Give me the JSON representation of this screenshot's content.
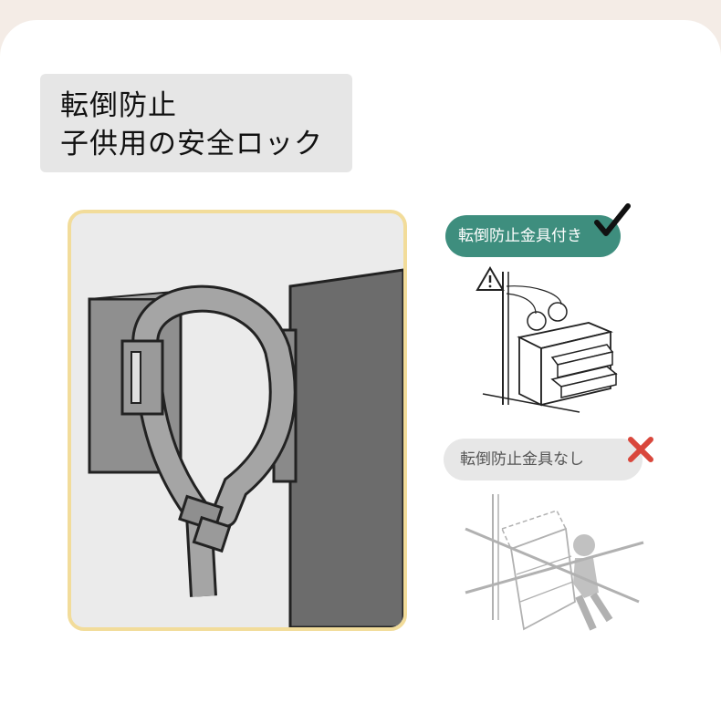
{
  "title": {
    "line1": "転倒防止",
    "line2": "子供用の安全ロック"
  },
  "with_bracket": {
    "label": "転倒防止金具付き",
    "status_icon": "checkmark-icon",
    "warning_icon": "warning-triangle-icon"
  },
  "without_bracket": {
    "label": "転倒防止金具なし",
    "status_icon": "red-cross-icon"
  },
  "colors": {
    "accent_green": "#3e8e7e",
    "frame_yellow": "#f2dc9a",
    "cross_red": "#d9473c"
  }
}
